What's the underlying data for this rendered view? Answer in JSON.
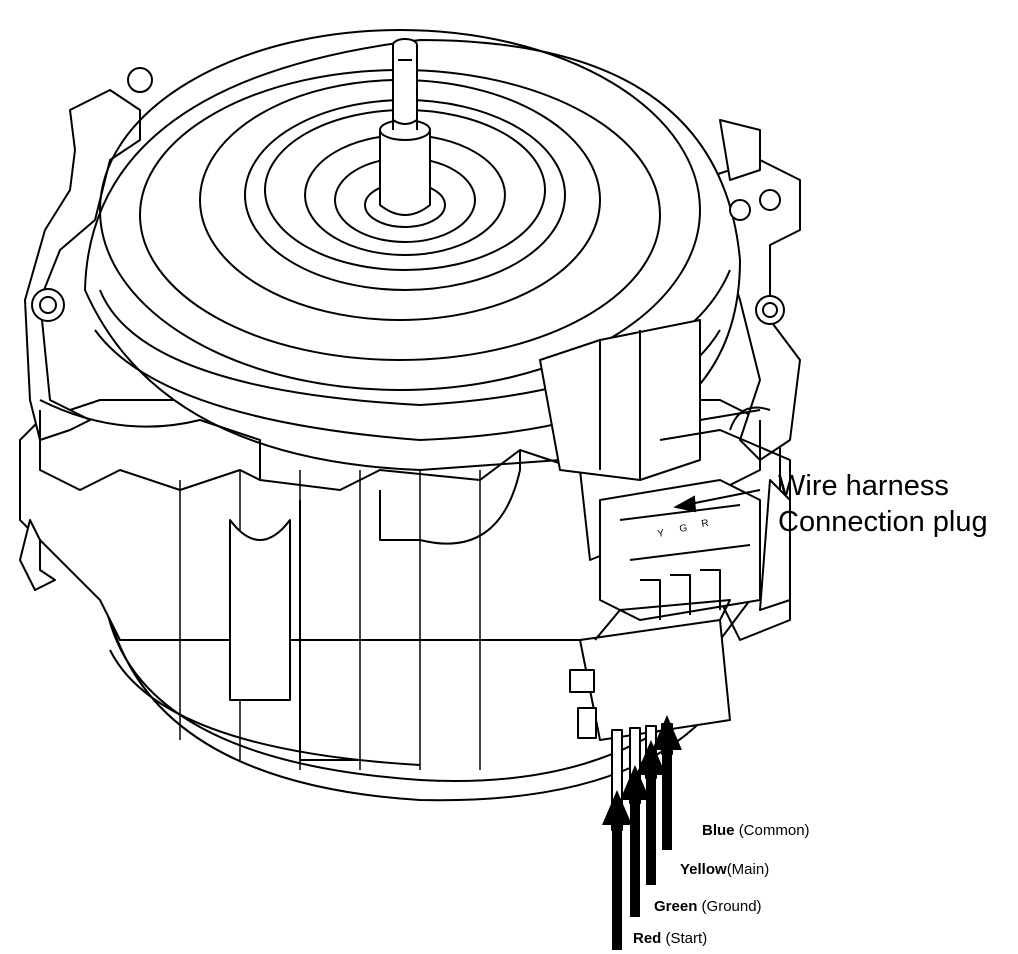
{
  "callout": {
    "line1": "Wire harness",
    "line2": "Connection plug"
  },
  "connector_pins": [
    "Y",
    "G",
    "R"
  ],
  "wires": [
    {
      "color": "Blue",
      "function": "(Common)"
    },
    {
      "color": "Yellow",
      "function": "(Main)"
    },
    {
      "color": "Green",
      "function": "(Ground)"
    },
    {
      "color": "Red",
      "function": "(Start)"
    }
  ]
}
